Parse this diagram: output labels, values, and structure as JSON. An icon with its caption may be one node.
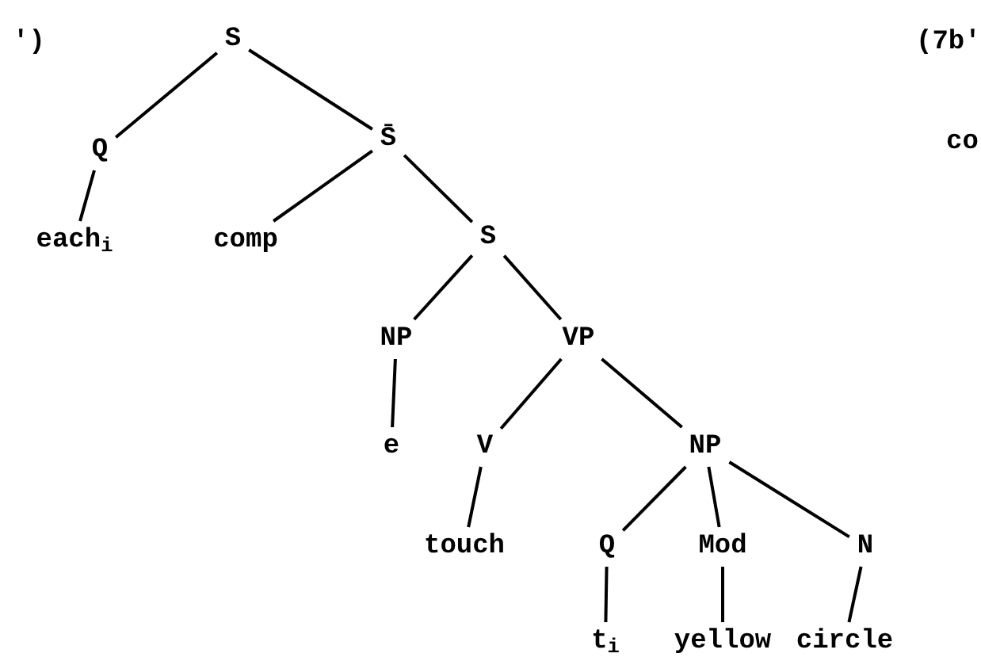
{
  "diagram": {
    "nodes": [
      {
        "text": [
          "S"
        ]
      },
      {
        "text": [
          "Q"
        ]
      },
      {
        "text": [
          "S̄"
        ]
      },
      {
        "text": [
          "each$_{i}$"
        ]
      },
      {
        "text": [
          "comp"
        ]
      },
      {
        "text": [
          "S"
        ]
      },
      {
        "text": [
          "NP"
        ]
      },
      {
        "text": [
          "VP"
        ]
      },
      {
        "text": [
          "e"
        ]
      },
      {
        "text": [
          "V"
        ]
      },
      {
        "text": [
          "NP"
        ]
      },
      {
        "text": [
          "touch"
        ]
      },
      {
        "text": [
          "Q"
        ]
      },
      {
        "text": [
          "Mod"
        ]
      },
      {
        "text": [
          "N"
        ]
      },
      {
        "text": [
          "t$_{i}$"
        ]
      },
      {
        "text": [
          "yellow"
        ]
      },
      {
        "text": [
          "circle"
        ]
      }
    ],
    "edges": [
      {
        "from": 0,
        "to": 1,
        "arrow": "none"
      },
      {
        "from": 0,
        "to": 2,
        "arrow": "none"
      },
      {
        "from": 1,
        "to": 3,
        "arrow": "none"
      },
      {
        "from": 2,
        "to": 4,
        "arrow": "none"
      },
      {
        "from": 2,
        "to": 5,
        "arrow": "none"
      },
      {
        "from": 5,
        "to": 6,
        "arrow": "none"
      },
      {
        "from": 5,
        "to": 7,
        "arrow": "none"
      },
      {
        "from": 6,
        "to": 8,
        "arrow": "none"
      },
      {
        "from": 7,
        "to": 9,
        "arrow": "none"
      },
      {
        "from": 7,
        "to": 10,
        "arrow": "none"
      },
      {
        "from": 9,
        "to": 11,
        "arrow": "none"
      },
      {
        "from": 10,
        "to": 12,
        "arrow": "none"
      },
      {
        "from": 10,
        "to": 13,
        "arrow": "none"
      },
      {
        "from": 10,
        "to": 14,
        "arrow": "none"
      },
      {
        "from": 12,
        "to": 15,
        "arrow": "none"
      },
      {
        "from": 13,
        "to": 16,
        "arrow": "none"
      },
      {
        "from": 14,
        "to": 17,
        "arrow": "none"
      }
    ],
    "labels": [
      "')",
      "(7b'",
      "co"
    ]
  }
}
